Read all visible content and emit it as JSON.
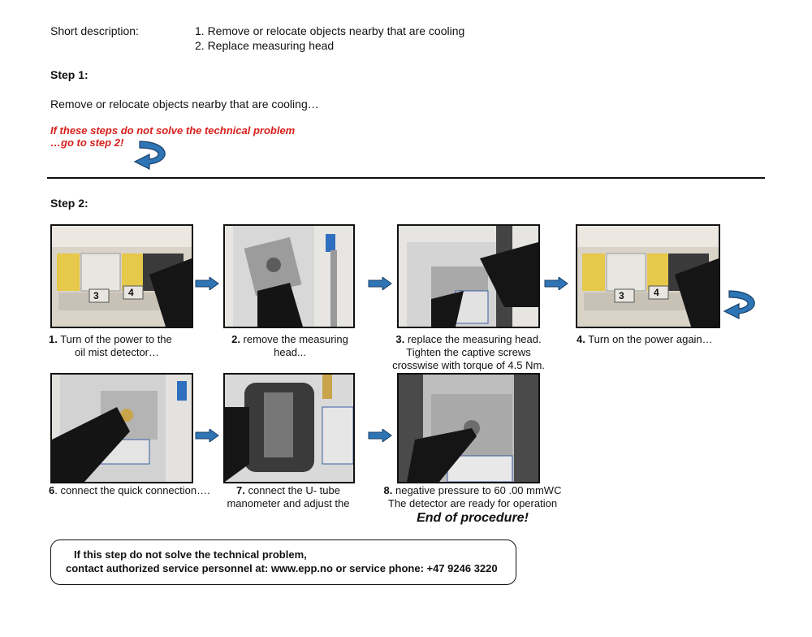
{
  "header": {
    "short_label": "Short description:",
    "item1": "1. Remove or relocate objects nearby that are cooling",
    "item2": "2. Replace measuring head"
  },
  "step1": {
    "heading": "Step 1:",
    "text": "Remove or relocate objects nearby that are cooling…",
    "warn_line1": "If these steps do not solve the technical problem",
    "warn_line2": "…go to step 2!"
  },
  "step2": {
    "heading": "Step 2:",
    "steps": [
      {
        "num": "1.",
        "text1": " Turn of the power to the",
        "text2": "oil mist detector…",
        "label3": "3",
        "label4": "4"
      },
      {
        "num": "2.",
        "text1": " remove the measuring",
        "text2": "head..."
      },
      {
        "num": "3.",
        "text1": " replace the measuring head.",
        "text2": "Tighten the captive screws",
        "text3": "crosswise with torque of 4.5 Nm."
      },
      {
        "num": "4.",
        "text1": " Turn on the power again…",
        "label3": "3",
        "label4": "4"
      },
      {
        "num": "6",
        "text1": ". connect the quick connection…."
      },
      {
        "num": "7.",
        "text1": " connect the U- tube",
        "text2": "manometer and adjust the"
      },
      {
        "num": "8.",
        "text1": " negative pressure to 60 .00 mmWC",
        "text2": "The detector are ready for operation",
        "text3": "End of procedure!"
      }
    ]
  },
  "contact": {
    "line1": "If this step do not solve the technical problem,",
    "line2": "contact authorized service personnel at: www.epp.no or service phone: +47 9246 3220"
  },
  "colors": {
    "arrow": "#2e75b6",
    "warning": "#d8201c"
  }
}
